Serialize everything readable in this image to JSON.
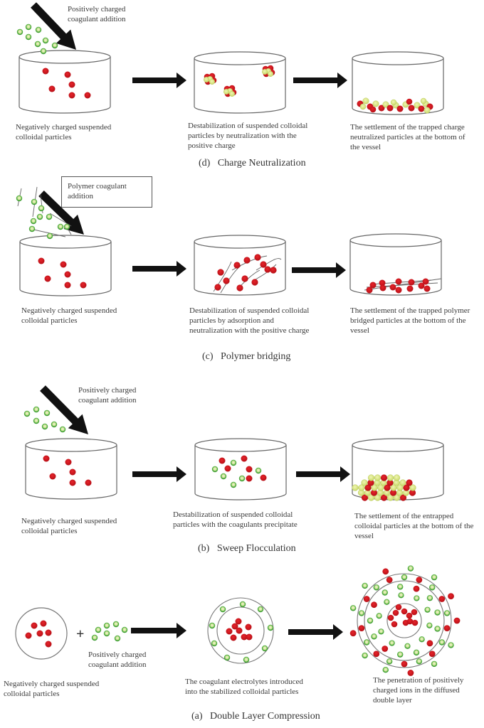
{
  "colors": {
    "negative_particle": "#d0141c",
    "positive_particle_ring": "#3c9a34",
    "positive_particle_core": "#e9f3b0",
    "neutralized_yellow": "#d9e879",
    "arrow": "#111111",
    "outline": "#666666"
  },
  "panels": [
    {
      "id": "d",
      "title": "(d)   Charge Neutralization",
      "addition_label": "Positively charged coagulant addition",
      "steps": [
        "Negatively charged suspended colloidal particles",
        "Destabilization of suspended colloidal particles by neutralization with the positive charge",
        "The settlement of the trapped charge neutralized particles at the bottom of the vessel"
      ]
    },
    {
      "id": "c",
      "title": "(c)   Polymer bridging",
      "addition_label": "Polymer coagulant addition",
      "steps": [
        "Negatively charged suspended colloidal particles",
        "Destabilization of suspended colloidal particles by adsorption and neutralization with the positive charge",
        "The settlement of the trapped polymer bridged particles at the bottom of the vessel"
      ]
    },
    {
      "id": "b",
      "title": "(b)   Sweep Flocculation",
      "addition_label": "Positively charged coagulant addition",
      "steps": [
        "Negatively charged suspended colloidal particles",
        "Destabilization of suspended colloidal particles with the coagulants precipitate",
        "The settlement of the entrapped colloidal particles at the bottom of the vessel"
      ]
    },
    {
      "id": "a",
      "title": "(a)   Double Layer Compression",
      "addition_label": "Positively charged coagulant addition",
      "plus_sign": "+",
      "steps": [
        "Negatively charged suspended colloidal particles",
        "The coagulant electrolytes introduced into the stabilized colloidal particles",
        "The penetration of positively charged ions in the diffused double layer"
      ]
    }
  ]
}
